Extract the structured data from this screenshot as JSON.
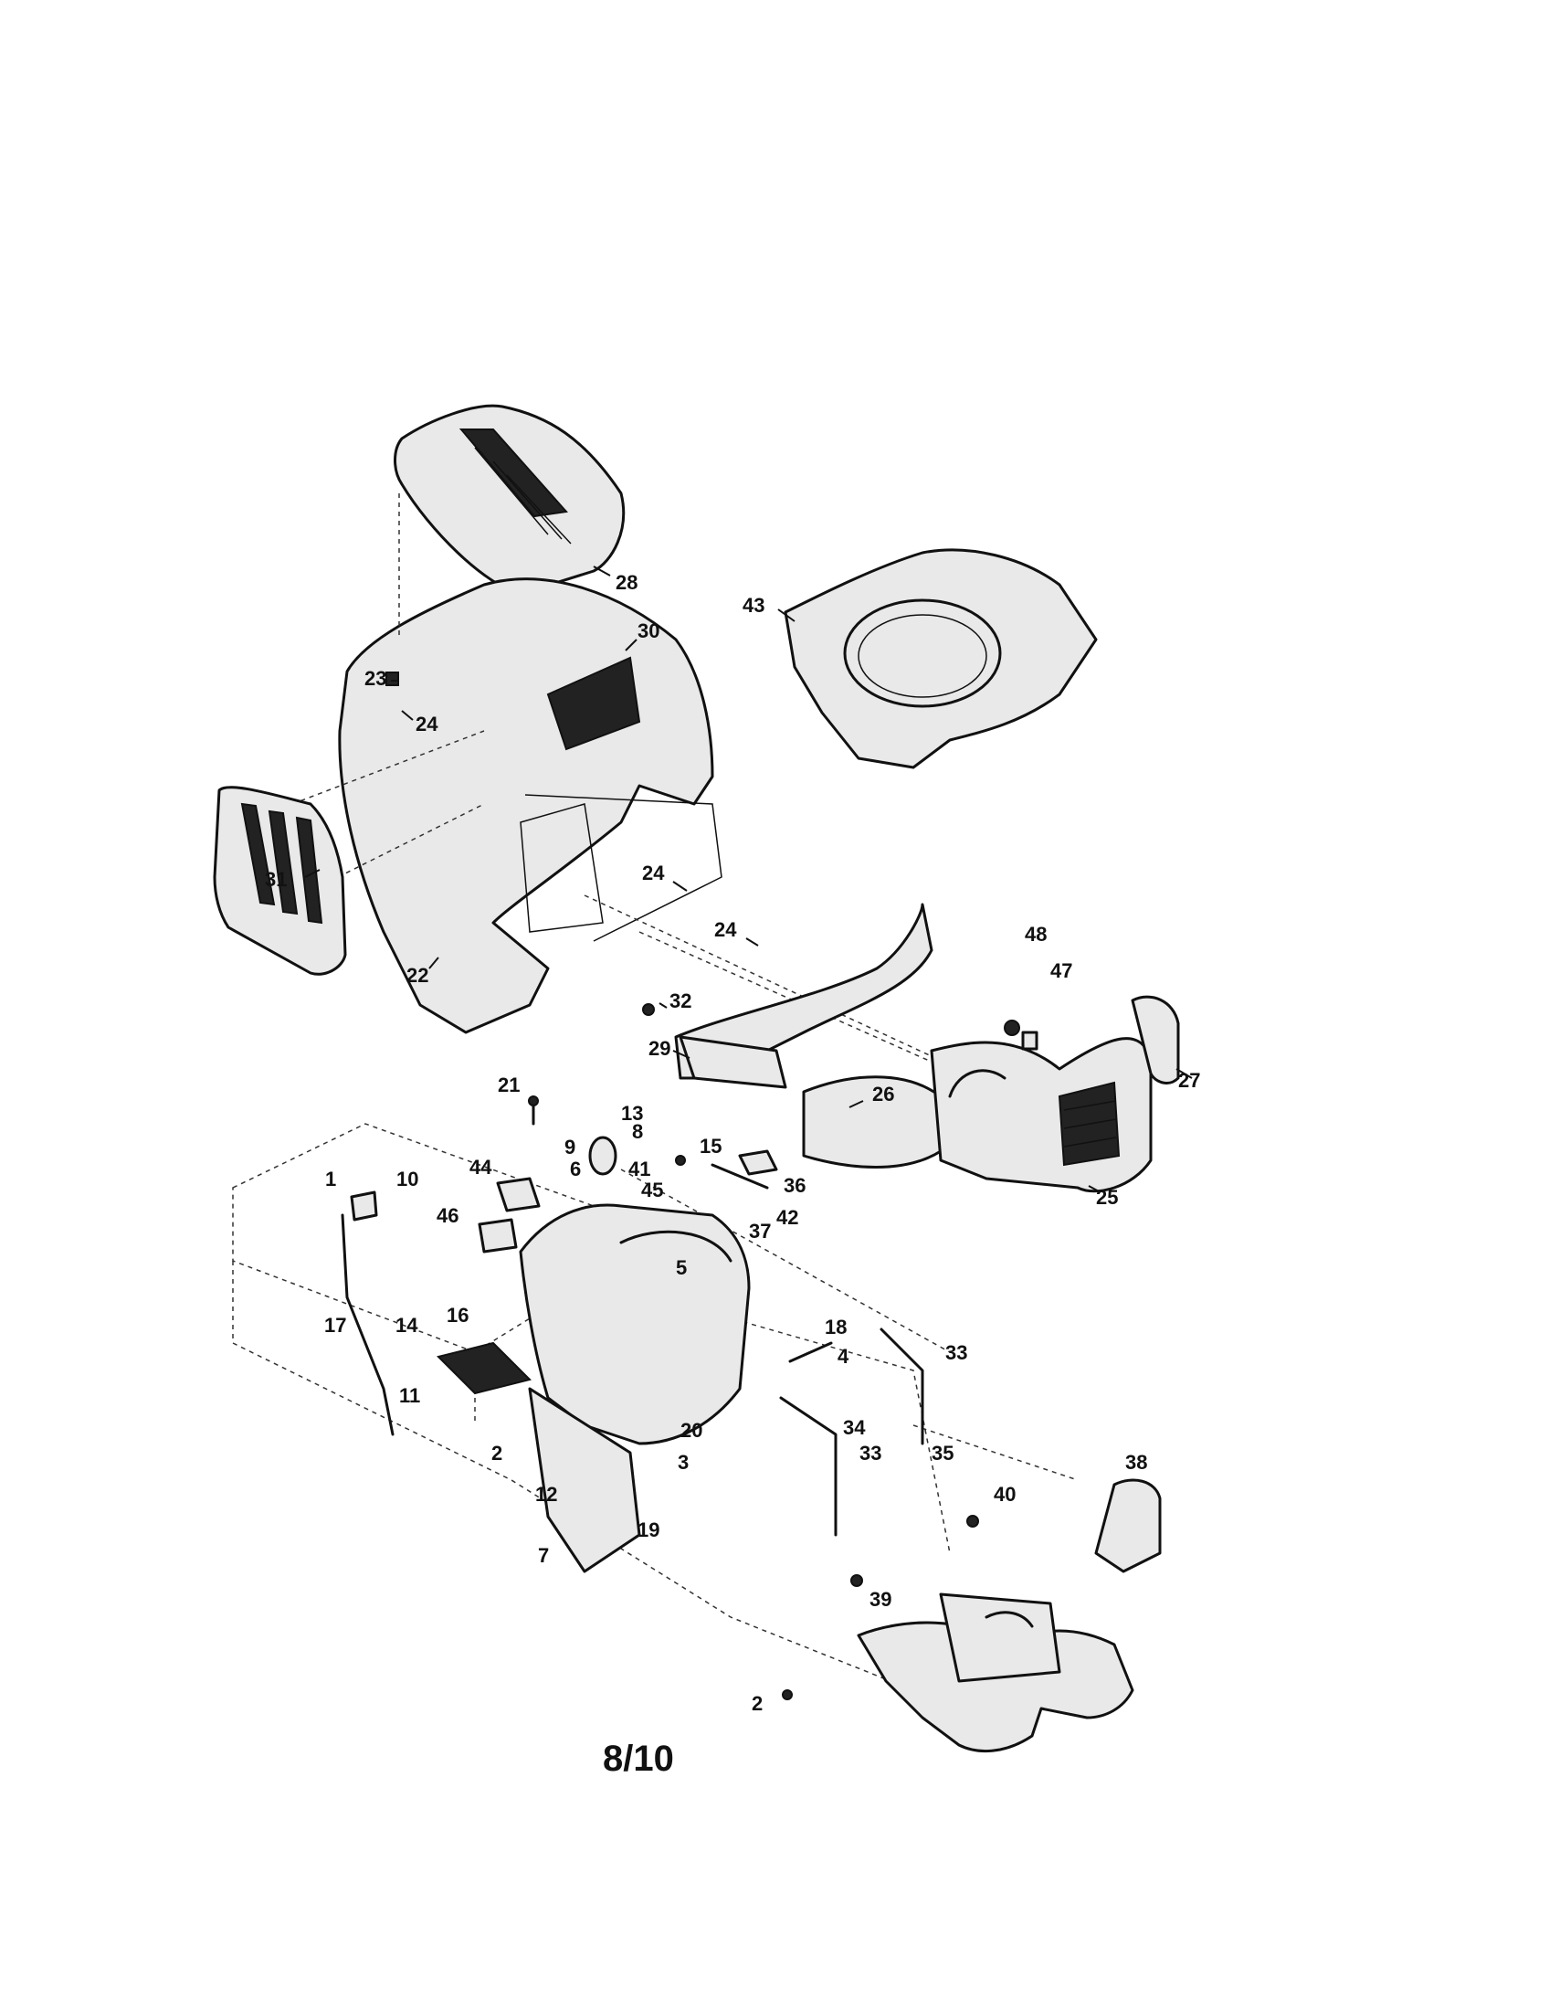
{
  "page_number": "8/10",
  "callouts": {
    "c1": "1",
    "c2a": "2",
    "c2b": "2",
    "c3": "3",
    "c4": "4",
    "c5": "5",
    "c6": "6",
    "c7": "7",
    "c8": "8",
    "c9": "9",
    "c10": "10",
    "c11": "11",
    "c12": "12",
    "c13": "13",
    "c14": "14",
    "c15": "15",
    "c16": "16",
    "c17": "17",
    "c18": "18",
    "c19": "19",
    "c20": "20",
    "c21": "21",
    "c22": "22",
    "c23": "23",
    "c24a": "24",
    "c24b": "24",
    "c24c": "24",
    "c25": "25",
    "c26": "26",
    "c27": "27",
    "c28": "28",
    "c29": "29",
    "c30": "30",
    "c31": "31",
    "c32": "32",
    "c33a": "33",
    "c33b": "33",
    "c34": "34",
    "c35": "35",
    "c36": "36",
    "c37": "37",
    "c38": "38",
    "c39": "39",
    "c40": "40",
    "c41": "41",
    "c42": "42",
    "c43": "43",
    "c44": "44",
    "c45": "45",
    "c46": "46",
    "c47": "47",
    "c48": "48"
  }
}
